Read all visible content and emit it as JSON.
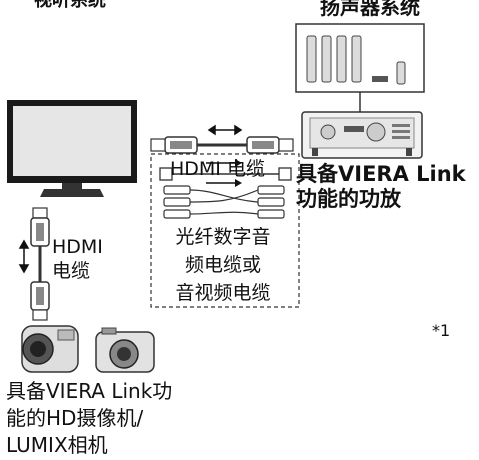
{
  "labels": {
    "top_left": "视听系统",
    "speaker_system": "扬声器系统",
    "hdmi_cable_top": "HDMI 电缆",
    "amplifier": [
      "具备VIERA Link",
      "功能的功放"
    ],
    "hdmi_cable_left": [
      "HDMI",
      "电缆"
    ],
    "optical_cable": [
      "光纤数字音",
      "频电缆或",
      "音视频电缆"
    ],
    "footnote_marker": "*1",
    "camera": [
      "具备VIERA Link功",
      "能的HD摄像机/",
      "LUMIX相机"
    ]
  },
  "icons": [
    "tv-icon",
    "speaker-system-icon",
    "amplifier-icon",
    "hdmi-cable-icon",
    "optical-cable-icon",
    "av-cable-icon",
    "camcorder-icon",
    "camera-icon",
    "double-arrow-icon"
  ]
}
